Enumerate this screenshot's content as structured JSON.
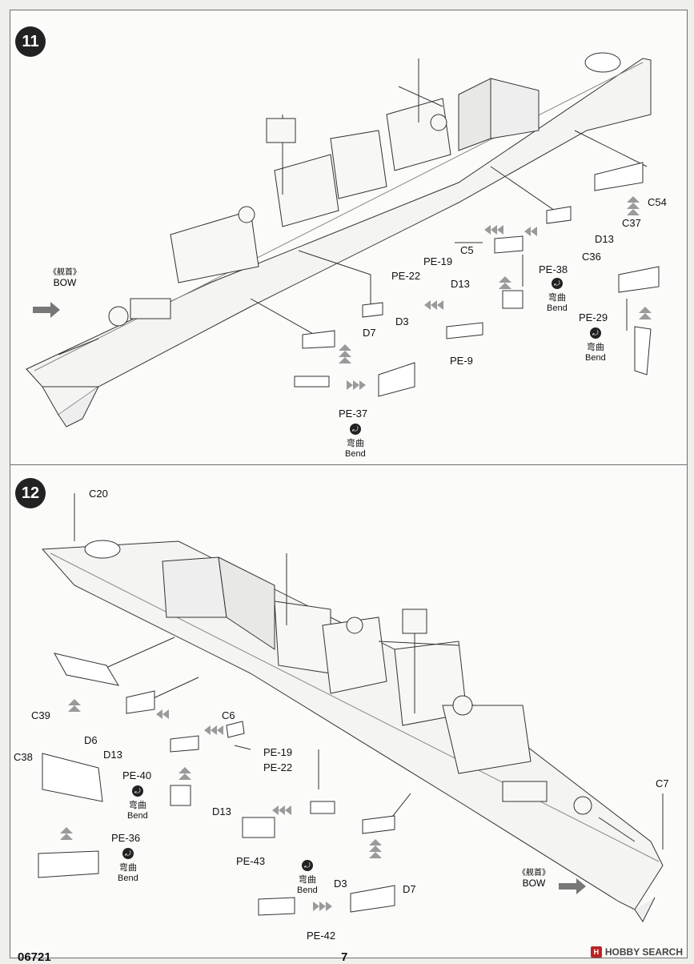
{
  "steps": {
    "step_11": "11",
    "step_12": "12"
  },
  "bend_cn": "弯曲",
  "bend_en": "Bend",
  "bow_cn": "《舰首》",
  "bow_en": "BOW",
  "step11": {
    "parts": [
      "C54",
      "C37",
      "D13",
      "C36",
      "PE-38",
      "PE-29",
      "C5",
      "PE-19",
      "D13",
      "PE-9",
      "PE-22",
      "D7",
      "D3",
      "PE-37"
    ]
  },
  "step12": {
    "parts": [
      "C20",
      "C39",
      "D6",
      "C38",
      "D13",
      "PE-40",
      "C6",
      "PE-19",
      "PE-22",
      "D13",
      "PE-36",
      "PE-43",
      "D3",
      "D7",
      "PE-42",
      "C7"
    ]
  },
  "footer": {
    "code": "06721",
    "page": "7"
  },
  "watermark": "HOBBY SEARCH",
  "colors": {
    "ink": "#111111",
    "arrow": "#9a9a9a",
    "paper": "#fbfbfa"
  }
}
